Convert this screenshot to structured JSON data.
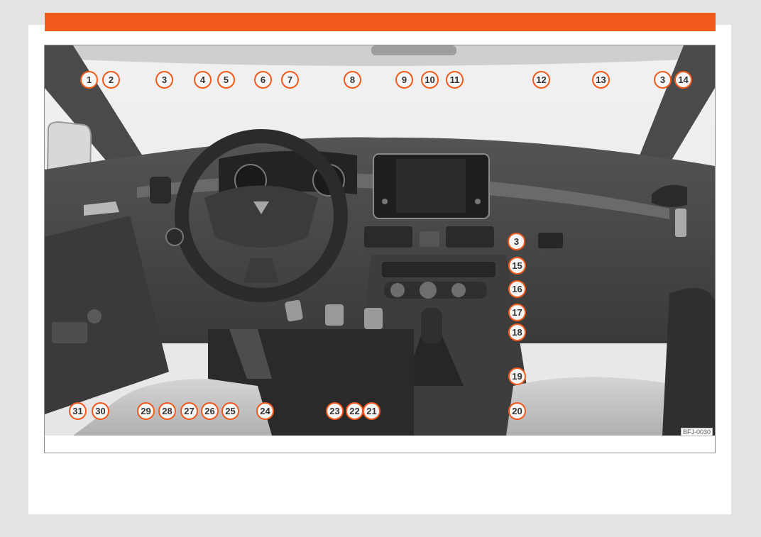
{
  "header": {
    "accent_color": "#f25a1c"
  },
  "figure": {
    "image_code": "BFJ-0030",
    "callouts": [
      "1",
      "2",
      "3",
      "4",
      "5",
      "6",
      "7",
      "8",
      "9",
      "10",
      "11",
      "12",
      "13",
      "3",
      "14",
      "15",
      "16",
      "17",
      "18",
      "19",
      "20",
      "21",
      "22",
      "23",
      "24",
      "25",
      "26",
      "27",
      "28",
      "29",
      "30",
      "31"
    ]
  }
}
